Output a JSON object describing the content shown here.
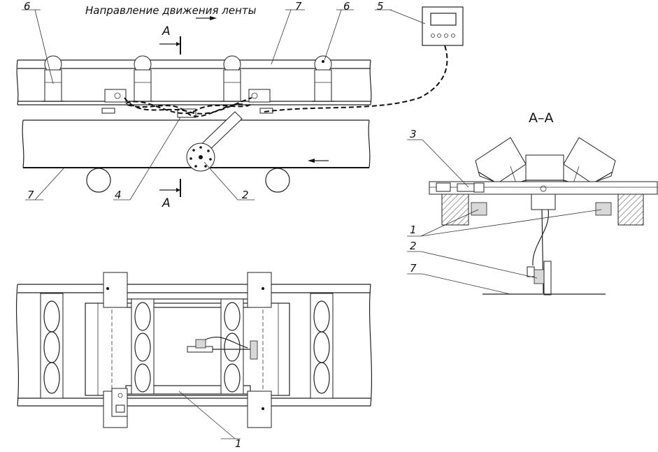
{
  "header": {
    "direction_label": "Направление движения ленты"
  },
  "section": {
    "title": "А–А",
    "mark_top": "А",
    "mark_bottom": "А"
  },
  "callouts": {
    "c1": "1",
    "c2": "2",
    "c3": "3",
    "c4": "4",
    "c5": "5",
    "c6": "6",
    "c7": "7"
  }
}
